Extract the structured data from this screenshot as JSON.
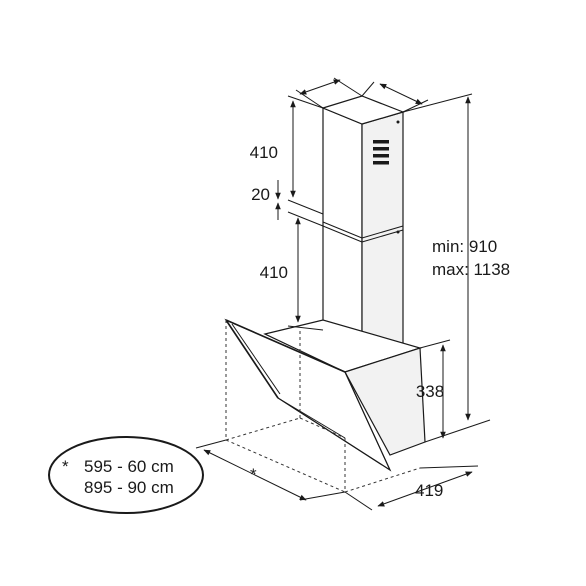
{
  "dimensions": {
    "upper_chimney": "410",
    "gap": "20",
    "lower_chimney": "410",
    "total_height_min": "min: 910",
    "total_height_max": "max: 1138",
    "canopy_height": "338",
    "depth": "419",
    "width_marker": "*"
  },
  "footnote": {
    "symbol": "*",
    "line1": "595 - 60 cm",
    "line2": "895 - 90 cm"
  }
}
